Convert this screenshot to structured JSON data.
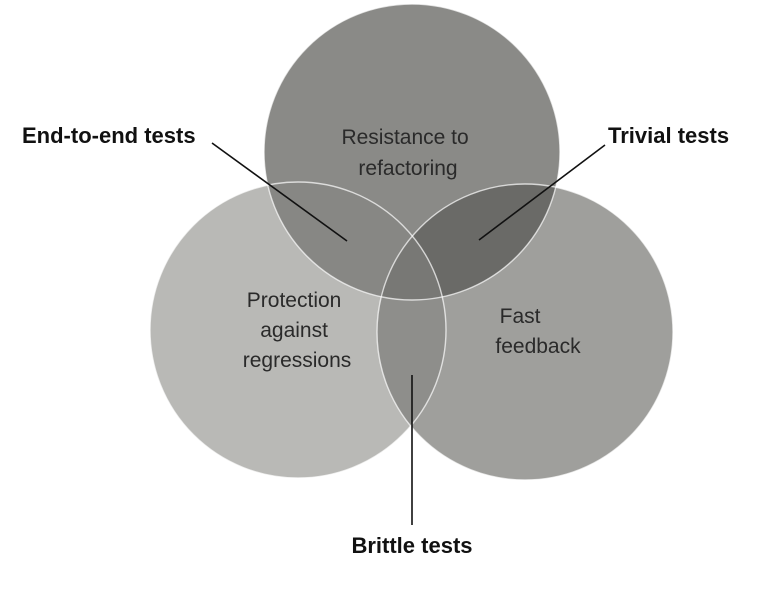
{
  "diagram": {
    "sets": [
      {
        "id": "top",
        "lines": [
          "Resistance to",
          "refactoring"
        ],
        "color": "#8a8a87"
      },
      {
        "id": "left",
        "lines": [
          "Protection",
          "against",
          "regressions"
        ],
        "color": "#b9b9b6"
      },
      {
        "id": "right",
        "lines": [
          "Fast",
          "feedback"
        ],
        "color": "#9f9f9c"
      }
    ],
    "overlap_colors": {
      "top_left": "#878784",
      "top_right": "#6a6a67",
      "left_right": "#8e8e8b",
      "center": "#787875"
    },
    "callouts": {
      "end_to_end": "End-to-end tests",
      "trivial": "Trivial tests",
      "brittle": "Brittle tests"
    }
  }
}
